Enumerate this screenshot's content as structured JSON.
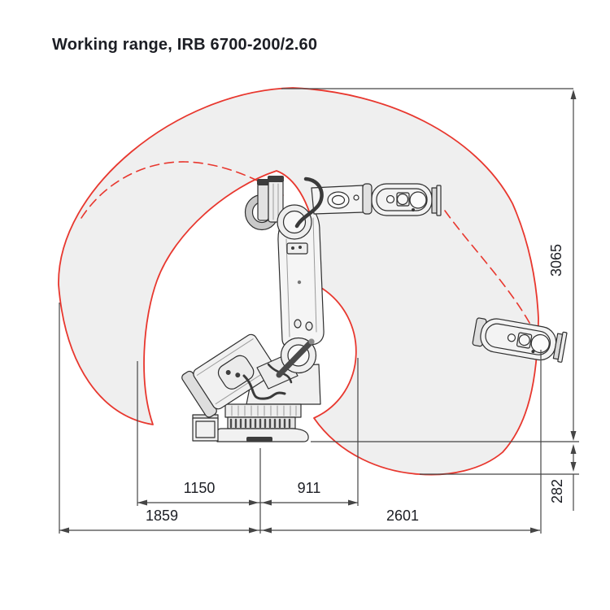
{
  "title": "Working range, IRB 6700-200/2.60",
  "robot_model": "IRB 6700-200/2.60",
  "dimensions_mm": {
    "vertical_reach": "3065",
    "below_base": "282",
    "rear_inner_reach": "1150",
    "front_inner_reach": "911",
    "rear_reach": "1859",
    "front_reach": "2601"
  },
  "colors": {
    "envelope": "#e8372e",
    "envelope_fill": "#efefef",
    "line": "#454545",
    "label": "#1c1e24"
  }
}
